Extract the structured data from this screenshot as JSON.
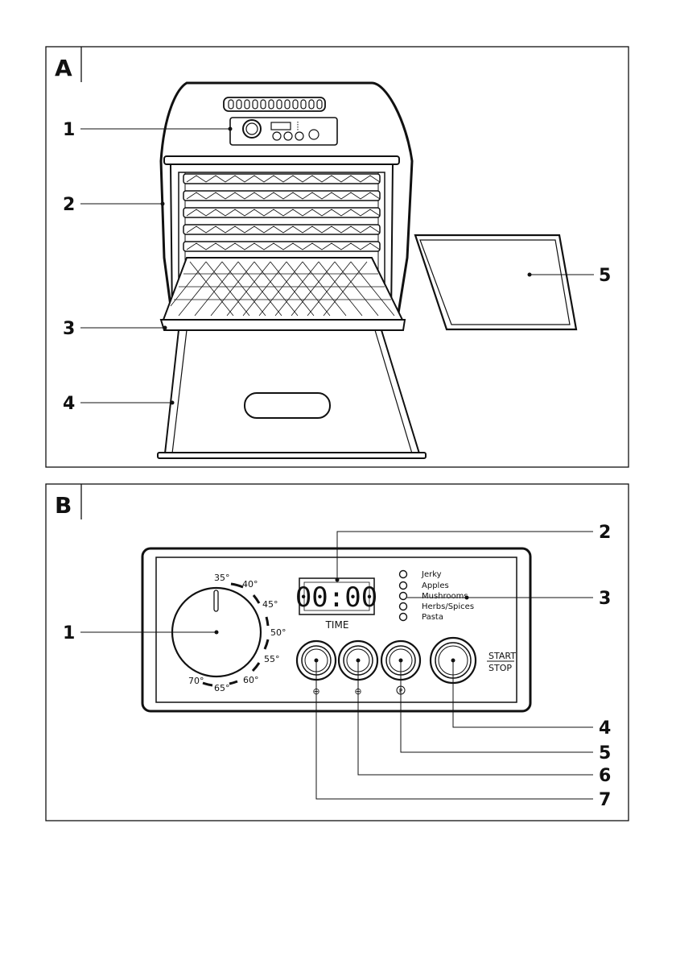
{
  "panel_a": {
    "letter": "A",
    "callouts": [
      "1",
      "2",
      "3",
      "4",
      "5"
    ]
  },
  "panel_b": {
    "letter": "B",
    "callouts": [
      "1",
      "2",
      "3",
      "4",
      "5",
      "6",
      "7"
    ],
    "temperatures": [
      "35°",
      "40°",
      "45°",
      "50°",
      "55°",
      "60°",
      "65°",
      "70°"
    ],
    "display": "00:00",
    "time_label": "TIME",
    "programs": [
      "Jerky",
      "Apples",
      "Mushrooms",
      "Herbs/Spices",
      "Pasta"
    ],
    "start_label": "START",
    "stop_label": "STOP",
    "plus_symbol": "⊕",
    "p_symbol": "P"
  }
}
